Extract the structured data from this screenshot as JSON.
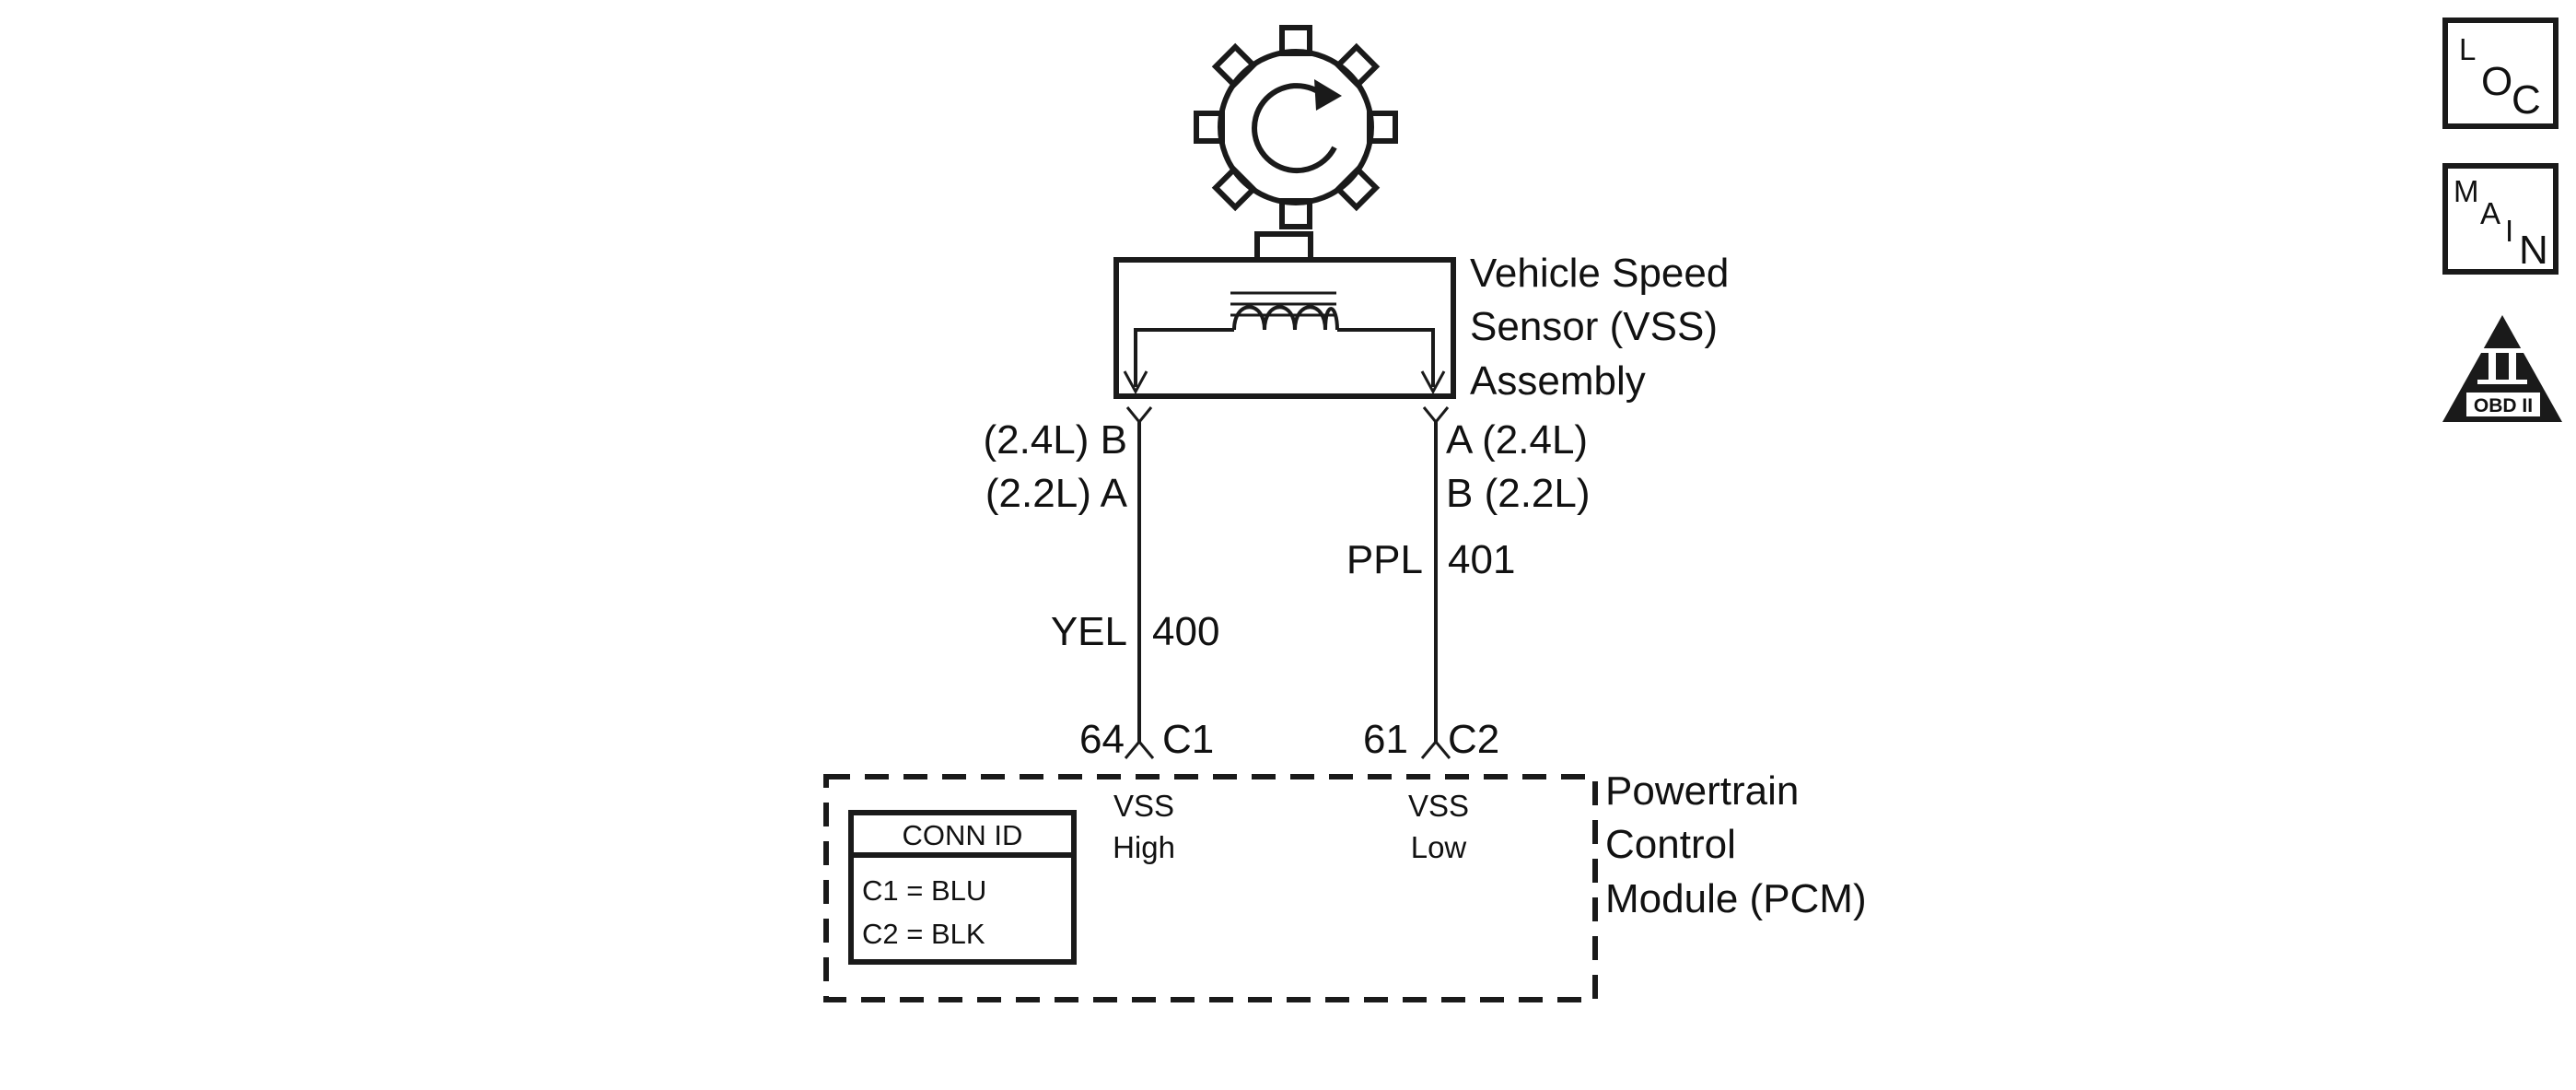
{
  "colors": {
    "ink": "#1a1a1a",
    "background": "#ffffff"
  },
  "sensor": {
    "label_lines": [
      "Vehicle Speed",
      "Sensor (VSS)",
      "Assembly"
    ]
  },
  "pins_left": {
    "line1": "(2.4L) B",
    "line2": "(2.2L) A"
  },
  "pins_right": {
    "line1": "A (2.4L)",
    "line2": "B (2.2L)"
  },
  "wire_left": {
    "color": "YEL",
    "circuit": "400"
  },
  "wire_right": {
    "color": "PPL",
    "circuit": "401"
  },
  "pcm_connectors": {
    "left": {
      "pin": "64",
      "conn": "C1"
    },
    "right": {
      "pin": "61",
      "conn": "C2"
    }
  },
  "pcm": {
    "label_lines": [
      "Powertrain",
      "Control",
      "Module (PCM)"
    ],
    "input_high": [
      "VSS",
      "High"
    ],
    "input_low": [
      "VSS",
      "Low"
    ]
  },
  "conn_id": {
    "title": "CONN ID",
    "rows": [
      "C1 = BLU",
      "C2 = BLK"
    ]
  },
  "badges": {
    "loc": {
      "letters": [
        "L",
        "O",
        "C"
      ]
    },
    "main": {
      "letters": [
        "M",
        "A",
        "I",
        "N"
      ]
    },
    "obd": {
      "symbol": "II",
      "text": "OBD II"
    }
  }
}
